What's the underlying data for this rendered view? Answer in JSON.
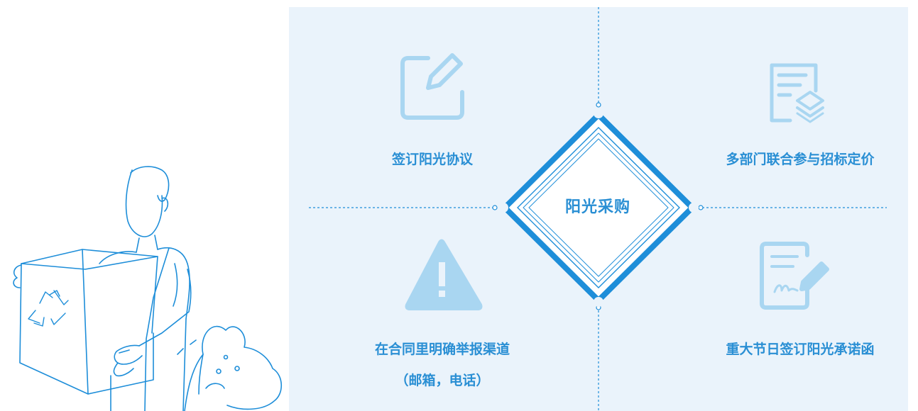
{
  "colors": {
    "accent": "#1e8ed9",
    "icon": "#a9d6f1",
    "panel_bg": "#eaf3fb",
    "text": "#2a8fd4"
  },
  "center": {
    "title": "阳光采购"
  },
  "quadrants": {
    "top_left": {
      "label": "签订阳光协议",
      "icon": "edit-icon"
    },
    "top_right": {
      "label": "多部门联合参与招标定价",
      "icon": "document-layers-icon"
    },
    "bottom_left": {
      "line1": "在合同里明确举报渠道",
      "line2": "（邮箱，电话）",
      "icon": "warning-icon"
    },
    "bottom_right": {
      "label": "重大节日签订阳光承诺函",
      "icon": "signed-document-icon"
    }
  },
  "illustration": {
    "icon": "recycle-icon"
  }
}
